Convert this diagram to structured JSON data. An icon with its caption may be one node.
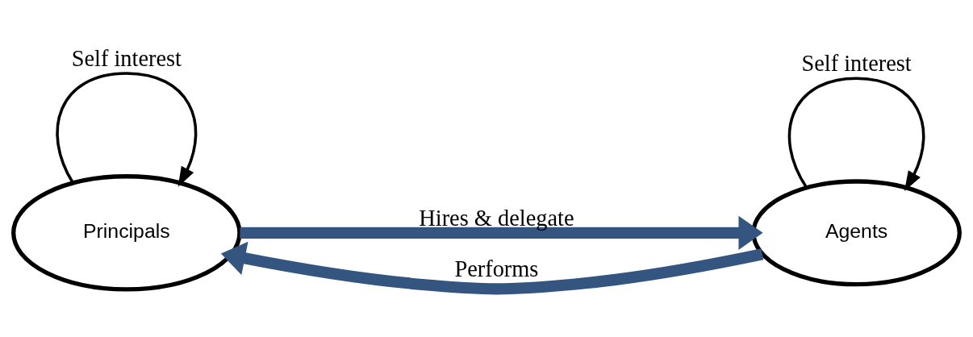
{
  "diagram": {
    "nodes": [
      {
        "text": [
          "Principals"
        ]
      },
      {
        "text": [
          "Agents"
        ]
      }
    ],
    "edges": [
      {
        "from": 0,
        "to": 1,
        "arrow": "to",
        "label": "Hires & delegate",
        "style": "thick",
        "color": "#34557f"
      },
      {
        "from": 1,
        "to": 0,
        "arrow": "to",
        "label": "Performs",
        "style": "thick",
        "color": "#34557f"
      },
      {
        "from": 0,
        "to": 0,
        "arrow": "to",
        "label": "Self interest",
        "color": "#000000"
      },
      {
        "from": 1,
        "to": 1,
        "arrow": "to",
        "label": "Self interest",
        "color": "#000000"
      }
    ]
  }
}
